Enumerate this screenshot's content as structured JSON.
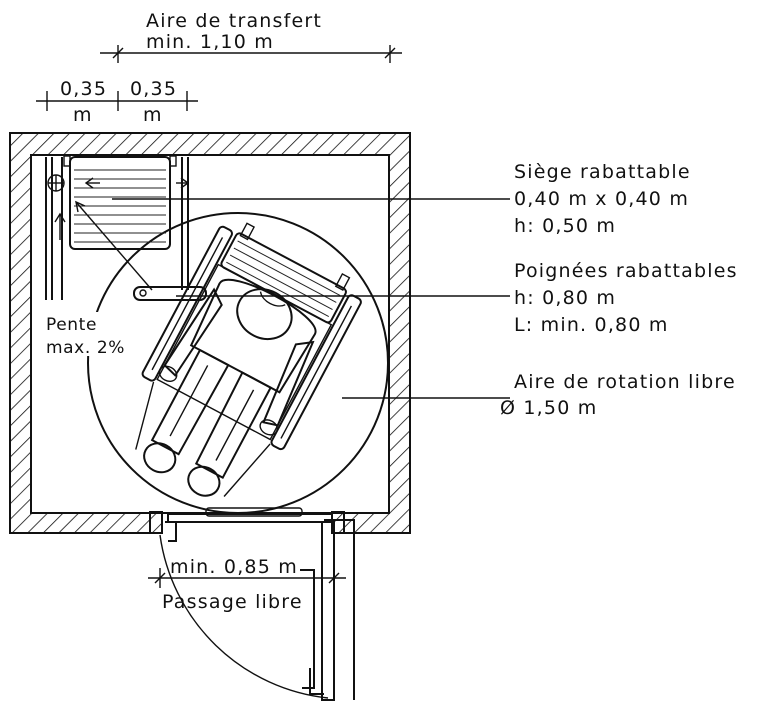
{
  "transfer_area": {
    "title": "Aire de transfert",
    "value": "min. 1,10 m"
  },
  "grab_spacing": {
    "left": {
      "value": "0,35",
      "unit": "m"
    },
    "right": {
      "value": "0,35",
      "unit": "m"
    }
  },
  "seat": {
    "title": "Siège rabattable",
    "size": "0,40 m x 0,40 m",
    "height": "h: 0,50 m"
  },
  "handles": {
    "title": "Poignées rabattables",
    "height": "h: 0,80 m",
    "length": "L: min. 0,80 m"
  },
  "rotation": {
    "title": "Aire de rotation libre",
    "diameter": "Ø 1,50 m"
  },
  "slope": {
    "line1": "Pente",
    "line2": "max. 2%"
  },
  "door": {
    "width": "min. 0,85 m",
    "passage": "Passage libre"
  }
}
